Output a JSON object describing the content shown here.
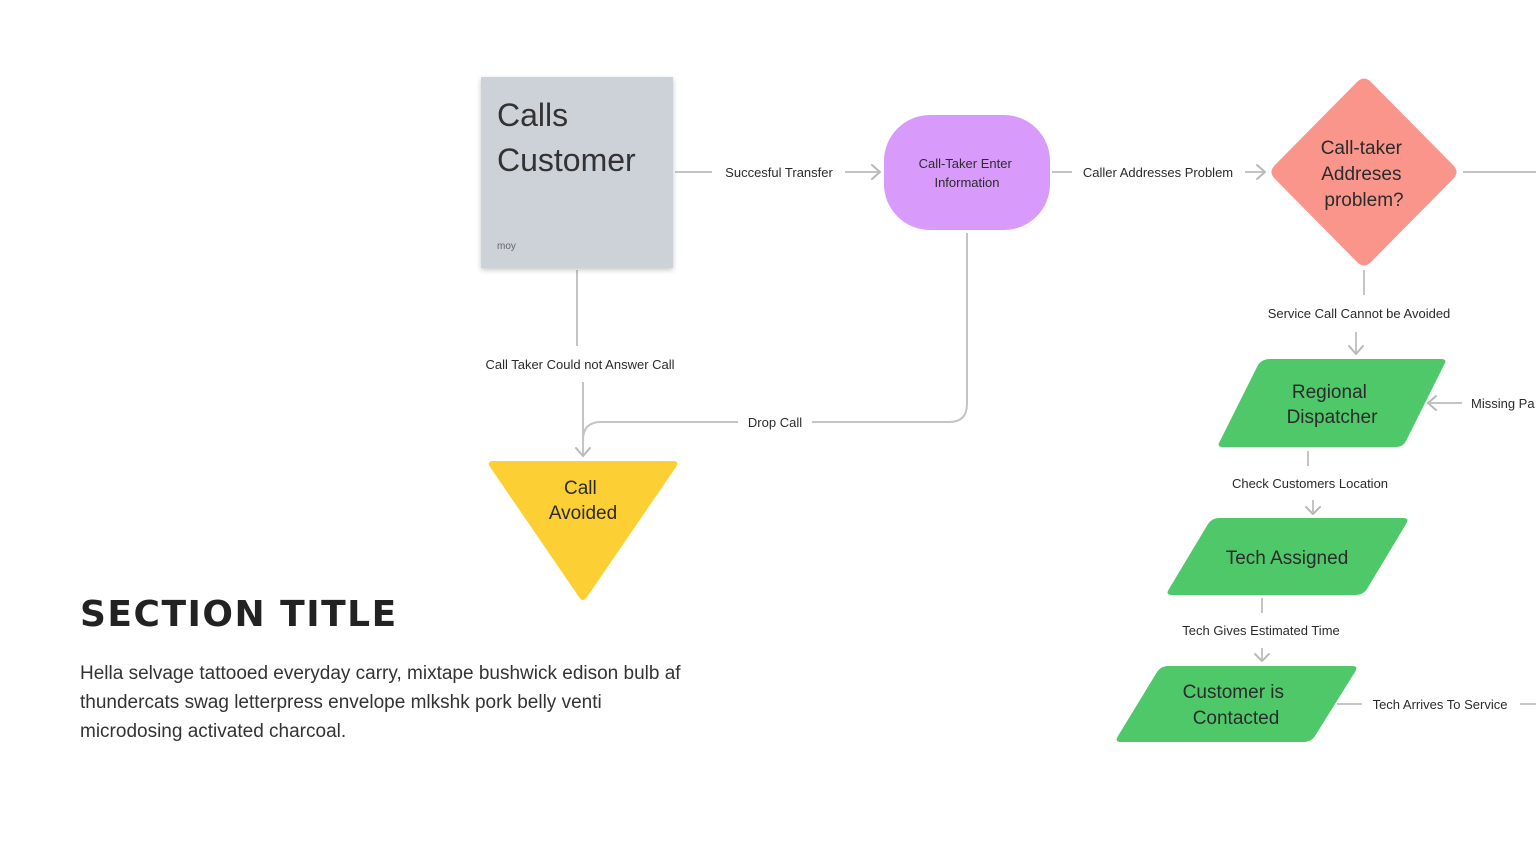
{
  "section": {
    "title": "SECTION TITLE",
    "body": "Hella selvage tattooed everyday carry, mixtape bushwick edison bulb af thundercats swag letterpress envelope mlkshk pork belly venti microdosing activated charcoal."
  },
  "sticky_note": {
    "text": "Calls Customer",
    "author": "moy"
  },
  "nodes": {
    "call_taker_enter": {
      "lines": [
        "Call-Taker Enter",
        "Information"
      ]
    },
    "decision": {
      "lines": [
        "Call-taker",
        "Addreses",
        "problem?"
      ]
    },
    "call_avoided": {
      "lines": [
        "Call",
        "Avoided"
      ]
    },
    "regional_dispatcher": {
      "lines": [
        "Regional",
        "Dispatcher"
      ]
    },
    "tech_assigned": {
      "lines": [
        "Tech Assigned"
      ]
    },
    "customer_contacted": {
      "lines": [
        "Customer is",
        "Contacted"
      ]
    }
  },
  "edges": {
    "successful_transfer": "Succesful Transfer",
    "caller_addresses_problem": "Caller Addresses Problem",
    "could_not_answer": "Call Taker Could not Answer Call",
    "drop_call": "Drop Call",
    "service_call_cannot_be_avoided": "Service Call Cannot be Avoided",
    "missing_parts": "Missing Pa",
    "check_customers_location": "Check Customers Location",
    "tech_gives_estimated_time": "Tech Gives Estimated Time",
    "tech_arrives": "Tech Arrives To Service"
  },
  "colors": {
    "sticky": "#cdd2d9",
    "process_purple": "#d99bfb",
    "decision_red": "#fa958b",
    "triangle_yellow": "#fcd034",
    "data_green": "#4fc86a",
    "connector": "#c4c4c4"
  }
}
